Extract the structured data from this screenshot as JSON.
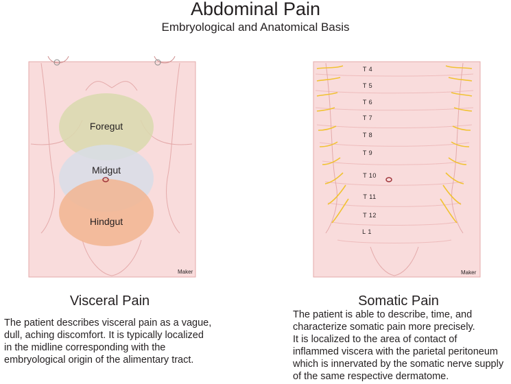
{
  "header": {
    "title": "Abdominal Pain",
    "subtitle": "Embryological and Anatomical Basis"
  },
  "visceral": {
    "heading": "Visceral Pain",
    "zones": [
      "Foregut",
      "Midgut",
      "Hindgut"
    ],
    "zone_colors": [
      "#d9d9ae",
      "#d8dde8",
      "#f2b591"
    ],
    "credit": "Maker",
    "description_lines": [
      "The patient describes visceral pain as a vague,",
      "dull, aching discomfort. It is typically localized",
      "in the midline corresponding with the",
      "embryological origin of the alimentary tract."
    ]
  },
  "somatic": {
    "heading": "Somatic Pain",
    "dermatomes": [
      "T 4",
      "T 5",
      "T 6",
      "T 7",
      "T 8",
      "T 9",
      "T 10",
      "T 11",
      "T 12",
      "L 1"
    ],
    "nerve_color": "#f1c232",
    "credit": "Maker",
    "description_lines": [
      "The patient is able to describe, time, and",
      "characterize somatic pain more precisely.",
      "It is localized to the area of contact of",
      "inflammed viscera with the parietal peritoneum",
      "which is innervated by the somatic nerve supply",
      "of the same respective dermatome."
    ]
  },
  "colors": {
    "skin": "#f9dcdc",
    "outline": "#e4aaaa",
    "navel": "#a0373c"
  }
}
